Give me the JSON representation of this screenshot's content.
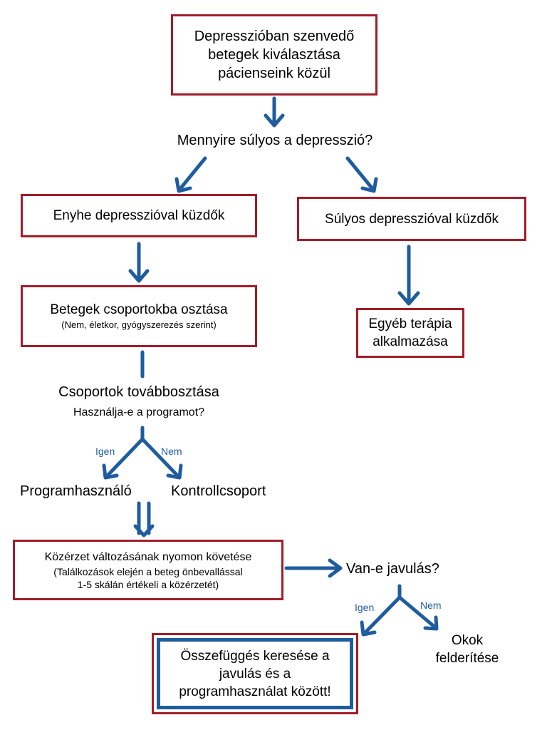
{
  "colors": {
    "box_border": "#a01e2a",
    "arrow": "#1f5c9e",
    "final_inner_border": "#1f5c9e"
  },
  "nodes": {
    "select_patients": [
      "Depresszióban szenvedő",
      "betegek kiválasztása",
      "pácienseink közül"
    ],
    "severity_question": "Mennyire súlyos a depresszió?",
    "mild": "Enyhe depresszióval küzdők",
    "severe": "Súlyos depresszióval küzdők",
    "other_therapy": [
      "Egyéb terápia",
      "alkalmazása"
    ],
    "grouping": {
      "title": "Betegek csoportokba osztása",
      "subtitle": "(Nem, életkor, gyógyszerezés szerint)"
    },
    "further_split": "Csoportok továbbosztása",
    "uses_program_question": "Használja-e a programot?",
    "branch1": {
      "yes": "Igen",
      "no": "Nem"
    },
    "program_user": "Programhasználó",
    "control_group": "Kontrollcsoport",
    "tracking": {
      "title": "Közérzet változásának nyomon követése",
      "detail": [
        "(Találkozások elején a beteg önbevallással",
        "1-5 skálán értékeli a közérzetét)"
      ]
    },
    "improvement_question": "Van-e javulás?",
    "branch2": {
      "yes": "Igen",
      "no": "Nem"
    },
    "find_causes": [
      "Okok",
      "felderítése"
    ],
    "correlation": [
      "Összefüggés keresése a",
      "javulás és a",
      "programhasználat között!"
    ]
  }
}
